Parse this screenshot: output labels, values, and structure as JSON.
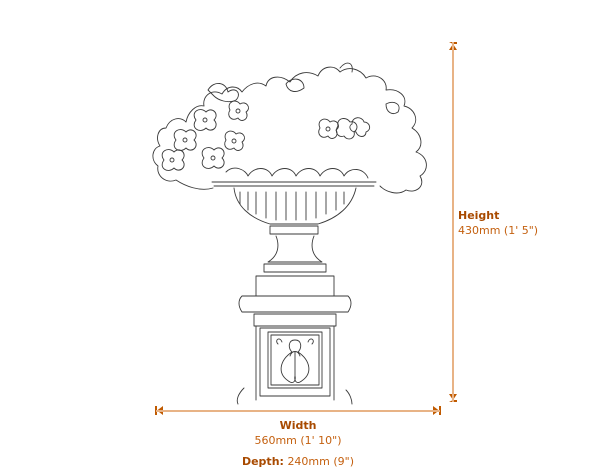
{
  "product_diagram": {
    "subject": "Stone urn on ornate pedestal with trailing petunias",
    "dimensions": {
      "height": {
        "title": "Height",
        "value": "430mm (1' 5\")"
      },
      "width": {
        "title": "Width",
        "value": "560mm (1' 10\")"
      },
      "depth": {
        "title": "Depth:",
        "value": "240mm (9\")"
      }
    },
    "colors": {
      "dimension_line": "#e8b386",
      "arrow_head": "#c05a00",
      "label_title": "#a84a00",
      "label_value": "#c4600f",
      "line_art": "#3a3a3a"
    }
  }
}
